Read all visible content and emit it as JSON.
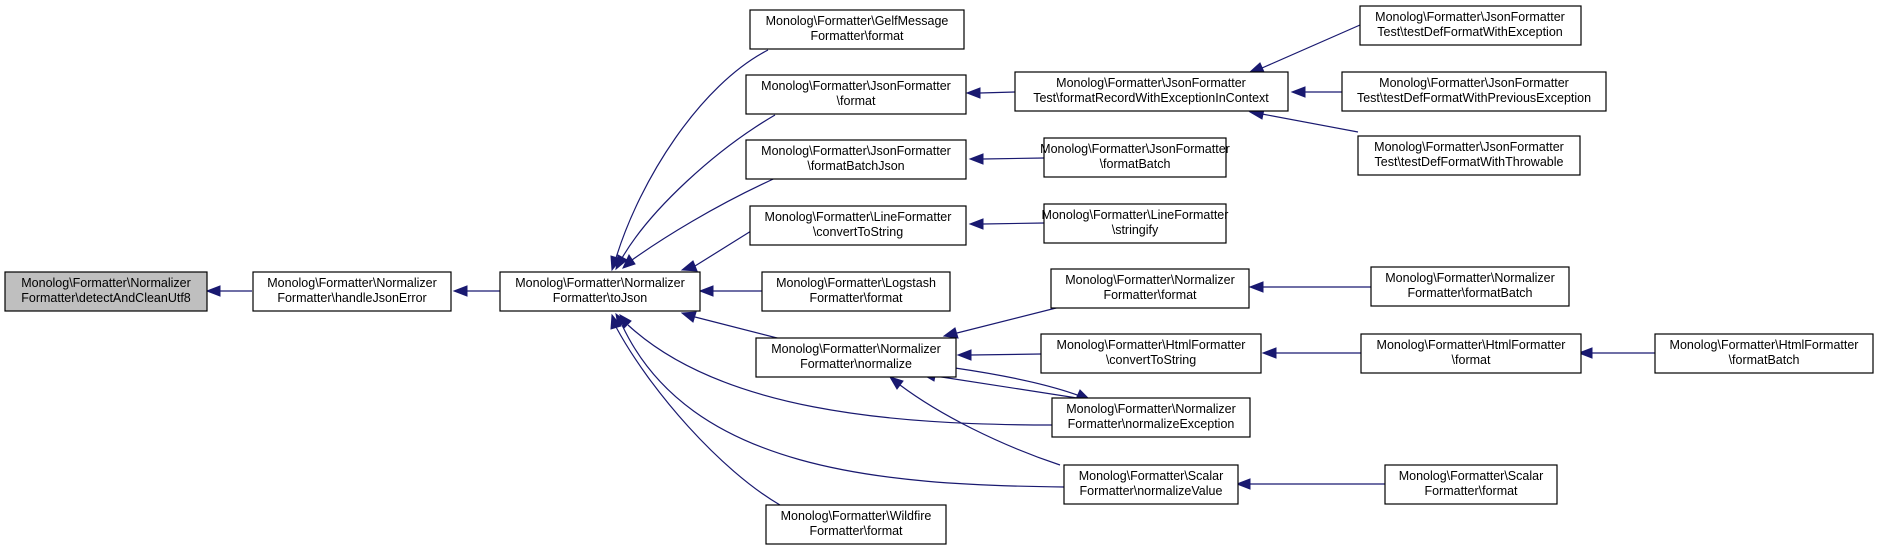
{
  "nodes": {
    "detectAndCleanUtf8": [
      "Monolog\\Formatter\\Normalizer",
      "Formatter\\detectAndCleanUtf8"
    ],
    "handleJsonError": [
      "Monolog\\Formatter\\Normalizer",
      "Formatter\\handleJsonError"
    ],
    "toJson": [
      "Monolog\\Formatter\\Normalizer",
      "Formatter\\toJson"
    ],
    "gelf_format": [
      "Monolog\\Formatter\\GelfMessage",
      "Formatter\\format"
    ],
    "json_format": [
      "Monolog\\Formatter\\JsonFormatter",
      "\\format"
    ],
    "json_formatBatchJson": [
      "Monolog\\Formatter\\JsonFormatter",
      "\\formatBatchJson"
    ],
    "line_convertToString": [
      "Monolog\\Formatter\\LineFormatter",
      "\\convertToString"
    ],
    "logstash_format": [
      "Monolog\\Formatter\\Logstash",
      "Formatter\\format"
    ],
    "normalize": [
      "Monolog\\Formatter\\Normalizer",
      "Formatter\\normalize"
    ],
    "wildfire_format": [
      "Monolog\\Formatter\\Wildfire",
      "Formatter\\format"
    ],
    "jsontest_formatRecord": [
      "Monolog\\Formatter\\JsonFormatter",
      "Test\\formatRecordWithExceptionInContext"
    ],
    "json_formatBatch": [
      "Monolog\\Formatter\\JsonFormatter",
      "\\formatBatch"
    ],
    "line_stringify": [
      "Monolog\\Formatter\\LineFormatter",
      "\\stringify"
    ],
    "normalizer_format": [
      "Monolog\\Formatter\\Normalizer",
      "Formatter\\format"
    ],
    "html_convertToString": [
      "Monolog\\Formatter\\HtmlFormatter",
      "\\convertToString"
    ],
    "normalizeException": [
      "Monolog\\Formatter\\Normalizer",
      "Formatter\\normalizeException"
    ],
    "scalar_normalizeValue": [
      "Monolog\\Formatter\\Scalar",
      "Formatter\\normalizeValue"
    ],
    "jsontest_withException": [
      "Monolog\\Formatter\\JsonFormatter",
      "Test\\testDefFormatWithException"
    ],
    "jsontest_withPrevious": [
      "Monolog\\Formatter\\JsonFormatter",
      "Test\\testDefFormatWithPreviousException"
    ],
    "jsontest_withThrowable": [
      "Monolog\\Formatter\\JsonFormatter",
      "Test\\testDefFormatWithThrowable"
    ],
    "normalizer_formatBatch": [
      "Monolog\\Formatter\\Normalizer",
      "Formatter\\formatBatch"
    ],
    "html_format": [
      "Monolog\\Formatter\\HtmlFormatter",
      "\\format"
    ],
    "scalar_format": [
      "Monolog\\Formatter\\Scalar",
      "Formatter\\format"
    ],
    "html_formatBatch": [
      "Monolog\\Formatter\\HtmlFormatter",
      "\\formatBatch"
    ]
  },
  "colors": {
    "edge": "#191970",
    "node_border": "#000000",
    "focus_fill": "#bfbfbf",
    "node_fill": "#ffffff"
  }
}
